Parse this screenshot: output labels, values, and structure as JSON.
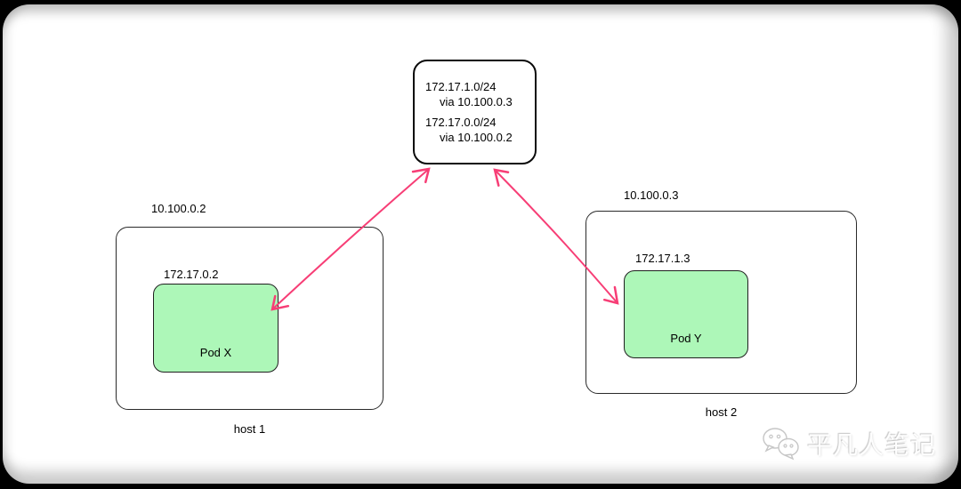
{
  "route_box": {
    "entries": [
      {
        "network": "172.17.1.0/24",
        "via": "via 10.100.0.3"
      },
      {
        "network": "172.17.0.0/24",
        "via": "via 10.100.0.2"
      }
    ]
  },
  "hosts": [
    {
      "ip": "10.100.0.2",
      "caption": "host 1",
      "pod": {
        "ip": "172.17.0.2",
        "label": "Pod X"
      }
    },
    {
      "ip": "10.100.0.3",
      "caption": "host 2",
      "pod": {
        "ip": "172.17.1.3",
        "label": "Pod Y"
      }
    }
  ],
  "arrows": [
    {
      "name": "route-box-to-pod-x",
      "from": "route table box",
      "to": "Pod X"
    },
    {
      "name": "route-box-to-pod-y",
      "from": "route table box",
      "to": "Pod Y"
    }
  ],
  "watermark": {
    "icon": "wechat-icon",
    "text": "平凡人笔记"
  },
  "colors": {
    "pod_fill": "#adf7b8",
    "pod_border": "#1f1f1f",
    "box_border": "#2a2a2a",
    "route_border": "#0a0a0a",
    "arrow": "#f73e76",
    "text": "#000000"
  }
}
